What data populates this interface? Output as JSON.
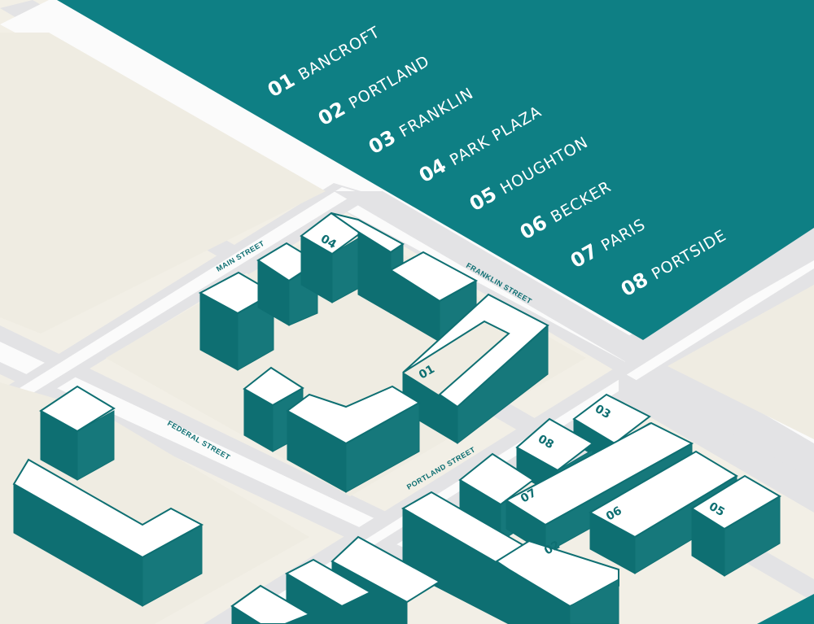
{
  "legend": [
    {
      "num": "01",
      "name": "BANCROFT"
    },
    {
      "num": "02",
      "name": "PORTLAND"
    },
    {
      "num": "03",
      "name": "FRANKLIN"
    },
    {
      "num": "04",
      "name": "PARK PLAZA"
    },
    {
      "num": "05",
      "name": "HOUGHTON"
    },
    {
      "num": "06",
      "name": "BECKER"
    },
    {
      "num": "07",
      "name": "PARIS"
    },
    {
      "num": "08",
      "name": "PORTSIDE"
    }
  ],
  "streets": {
    "main": "MAIN STREET",
    "franklin": "FRANKLIN STREET",
    "federal": "FEDERAL STREET",
    "portland": "PORTLAND STREET"
  },
  "buildings": {
    "b01": "01",
    "b02": "02",
    "b03": "03",
    "b04": "04",
    "b05": "05",
    "b06": "06",
    "b07": "07",
    "b08": "08"
  },
  "colors": {
    "teal": "#0e7f84",
    "teal_dark": "#0e6f72",
    "ground": "#f2efe6",
    "road": "#e3e3e5"
  }
}
